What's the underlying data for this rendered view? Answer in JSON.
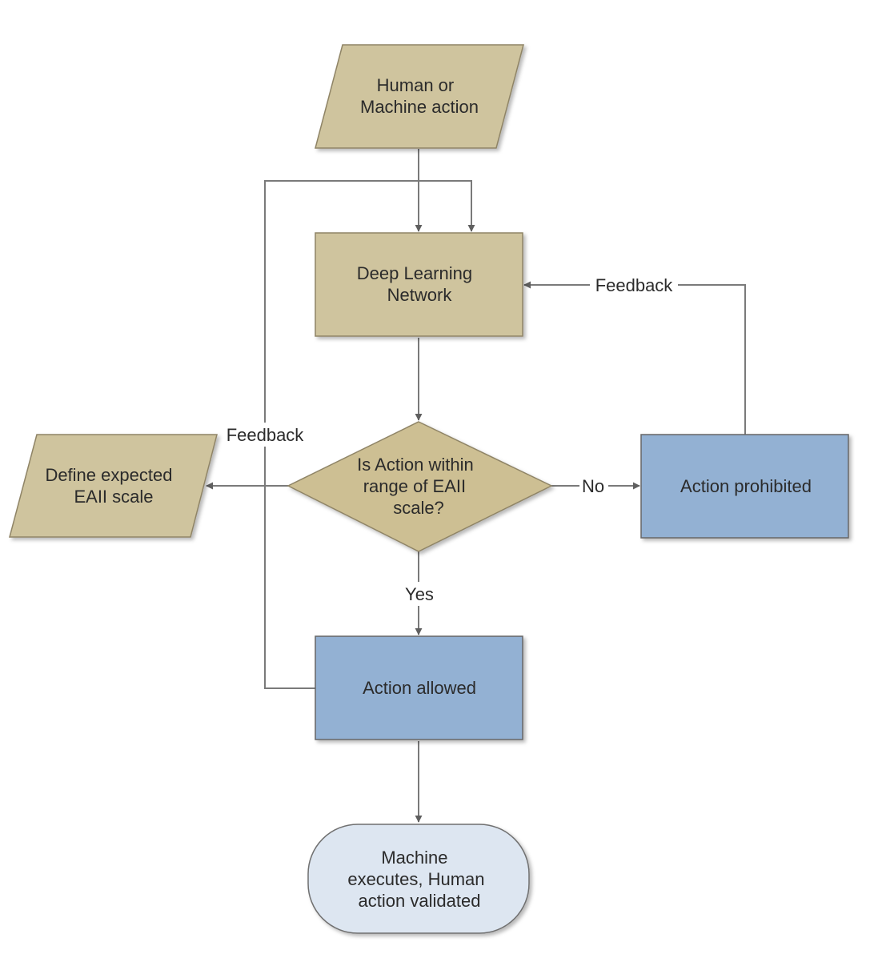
{
  "colors": {
    "tan_fill": "#cfc49e",
    "tan_stroke": "#8f8466",
    "blue_fill": "#93b1d3",
    "blue_stroke": "#666666",
    "terminal_fill": "#dde6f1",
    "terminal_stroke": "#6f6f6f",
    "edge": "#7a7a7a",
    "text": "#2b2b2b"
  },
  "nodes": {
    "human_action": {
      "line1": "Human or",
      "line2": "Machine action"
    },
    "deep_learning": {
      "line1": "Deep Learning",
      "line2": "Network"
    },
    "decision": {
      "line1": "Is Action within",
      "line2": "range of EAII",
      "line3": "scale?"
    },
    "define_scale": {
      "line1": "Define expected",
      "line2": "EAII scale"
    },
    "prohibited": {
      "label": "Action prohibited"
    },
    "allowed": {
      "label": "Action allowed"
    },
    "executes": {
      "line1": "Machine",
      "line2": "executes, Human",
      "line3": "action validated"
    }
  },
  "edges": {
    "no_label": "No",
    "yes_label": "Yes",
    "feedback_right": "Feedback",
    "feedback_left": "Feedback"
  }
}
